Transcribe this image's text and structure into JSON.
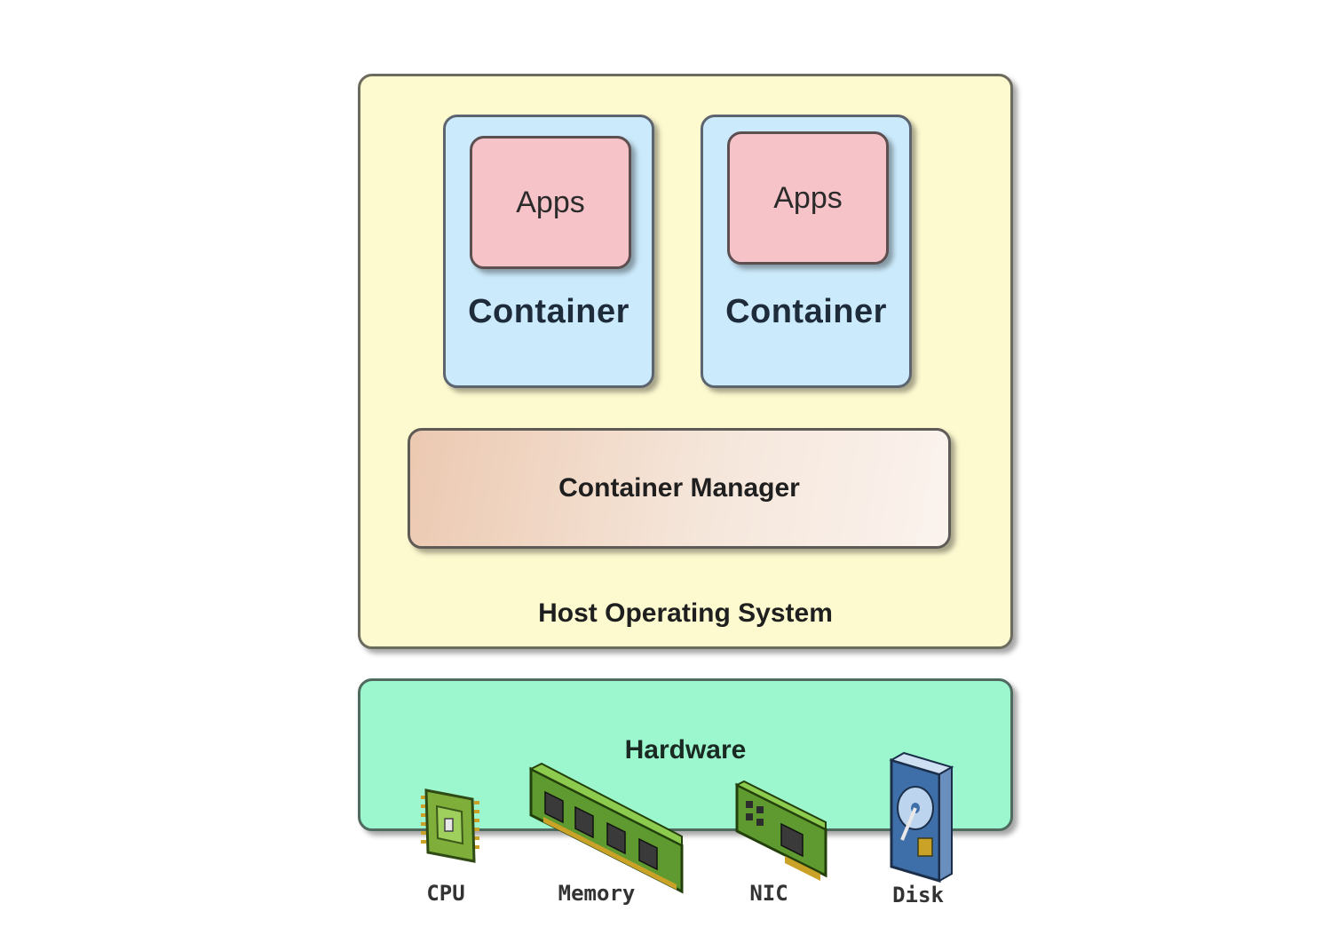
{
  "host": {
    "label": "Host Operating System"
  },
  "containers": [
    {
      "apps_label": "Apps",
      "label": "Container"
    },
    {
      "apps_label": "Apps",
      "label": "Container"
    }
  ],
  "manager": {
    "label": "Container Manager"
  },
  "hardware": {
    "label": "Hardware",
    "items": [
      {
        "label": "CPU",
        "icon": "cpu-chip-icon"
      },
      {
        "label": "Memory",
        "icon": "memory-module-icon"
      },
      {
        "label": "NIC",
        "icon": "network-card-icon"
      },
      {
        "label": "Disk",
        "icon": "hard-disk-icon"
      }
    ]
  },
  "colors": {
    "host": "#fefad0",
    "container": "#cbeafb",
    "apps": "#f6c3c8",
    "manager": "#ecc9b1",
    "hardware": "#9cf7cf"
  }
}
